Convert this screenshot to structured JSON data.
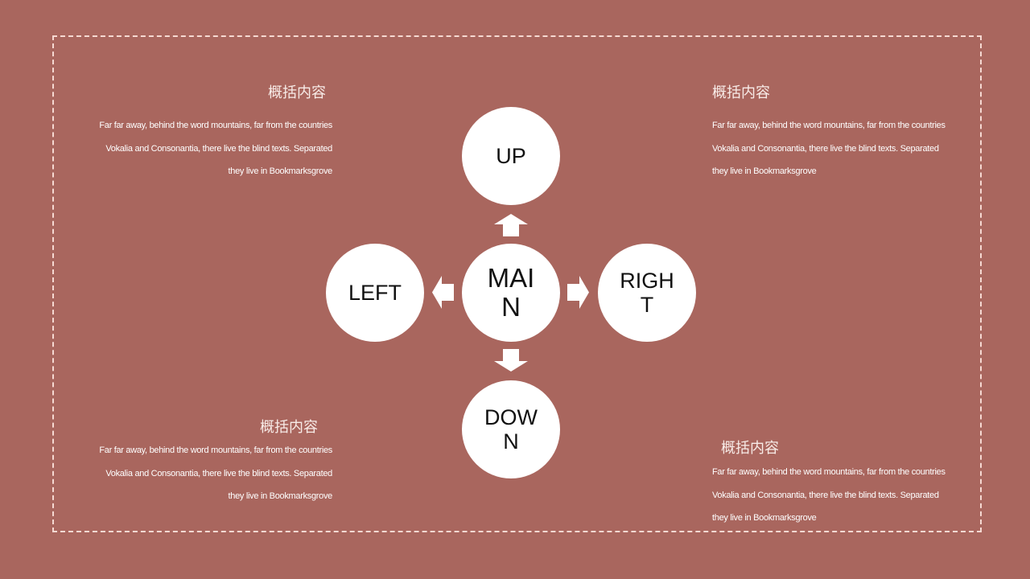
{
  "colors": {
    "background": "#A9665E",
    "border": "#F6D9D2",
    "circle": "#FFFFFF",
    "arrow": "#FFFFFF",
    "circle_text": "#111111",
    "text": "#FFFFFF"
  },
  "diagram": {
    "nodes": {
      "main": {
        "label": "MAIN"
      },
      "up": {
        "label": "UP"
      },
      "down": {
        "label": "DOWN"
      },
      "left": {
        "label": "LEFT"
      },
      "right": {
        "label": "RIGHT"
      }
    },
    "arrows": [
      {
        "from": "main",
        "to": "up",
        "icon": "arrow-up-icon"
      },
      {
        "from": "main",
        "to": "down",
        "icon": "arrow-down-icon"
      },
      {
        "from": "main",
        "to": "left",
        "icon": "arrow-left-icon"
      },
      {
        "from": "main",
        "to": "right",
        "icon": "arrow-right-icon"
      }
    ]
  },
  "blocks": {
    "top_left": {
      "title": "概括内容",
      "lines": [
        "Far far away, behind the word mountains, far from the countries",
        "Vokalia and Consonantia, there live the blind texts.  Separated",
        "they live in Bookmarksgrove"
      ]
    },
    "top_right": {
      "title": "概括内容",
      "lines": [
        "Far far away, behind the word mountains, far from the countries",
        "Vokalia and Consonantia, there live the blind texts.  Separated",
        "they live in Bookmarksgrove"
      ]
    },
    "bottom_left": {
      "title": "概括内容",
      "lines": [
        "Far far away, behind the word mountains, far from the countries",
        "Vokalia and Consonantia, there live the blind texts.  Separated",
        "they live in Bookmarksgrove"
      ]
    },
    "bottom_right": {
      "title": "概括内容",
      "lines": [
        "Far far away, behind the word mountains, far from the countries",
        "Vokalia and Consonantia, there live the blind texts.  Separated",
        "they live in Bookmarksgrove"
      ]
    }
  }
}
